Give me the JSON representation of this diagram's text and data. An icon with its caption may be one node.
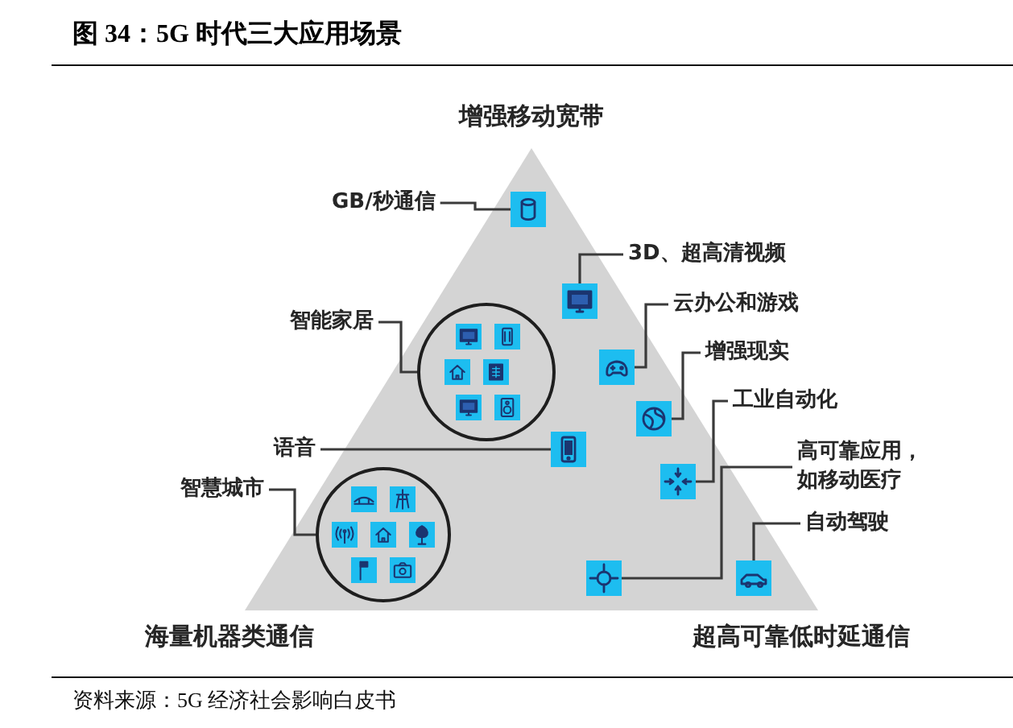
{
  "diagram": {
    "title": "图 34：5G 时代三大应用场景",
    "caption": "资料来源：5G 经济社会影响白皮书",
    "nodes": [
      {
        "text": [
          "GB/秒通信"
        ]
      },
      {
        "text": [],
        "shape": "picture"
      },
      {
        "text": [
          "3D、超高清视频"
        ]
      },
      {
        "text": [],
        "shape": "picture"
      },
      {
        "text": [
          "云办公和游戏"
        ]
      },
      {
        "text": [],
        "shape": "picture"
      },
      {
        "text": [
          "智能家居"
        ]
      },
      {
        "text": [],
        "shape": "circle"
      },
      {
        "text": [
          "增强现实"
        ]
      },
      {
        "text": [],
        "shape": "picture"
      },
      {
        "text": [
          "工业自动化"
        ]
      },
      {
        "text": [
          "语音"
        ]
      },
      {
        "text": [],
        "shape": "picture"
      },
      {
        "text": [],
        "shape": "picture"
      },
      {
        "text": [
          "高可靠应用，如移动医疗"
        ]
      },
      {
        "text": [
          "智慧城市"
        ]
      },
      {
        "text": [],
        "shape": "circle"
      },
      {
        "text": [
          "自动驾驶"
        ]
      },
      {
        "text": [],
        "shape": "picture"
      },
      {
        "text": [],
        "shape": "picture"
      }
    ],
    "edges": [
      {
        "from": 0,
        "to": 1,
        "arrow": "none"
      },
      {
        "from": 2,
        "to": 3,
        "arrow": "none"
      },
      {
        "from": 4,
        "to": 5,
        "arrow": "none"
      },
      {
        "from": 6,
        "to": 7,
        "arrow": "none"
      },
      {
        "from": 8,
        "to": 9,
        "arrow": "none"
      },
      {
        "from": 10,
        "to": 13,
        "arrow": "none"
      },
      {
        "from": 11,
        "to": 12,
        "arrow": "none"
      },
      {
        "from": 14,
        "to": 18,
        "arrow": "none"
      },
      {
        "from": 15,
        "to": 16,
        "arrow": "none"
      },
      {
        "from": 17,
        "to": 19,
        "arrow": "none"
      }
    ],
    "labels": [
      "增强移动宽带",
      "海量机器类通信",
      "超高可靠低时延通信"
    ]
  }
}
